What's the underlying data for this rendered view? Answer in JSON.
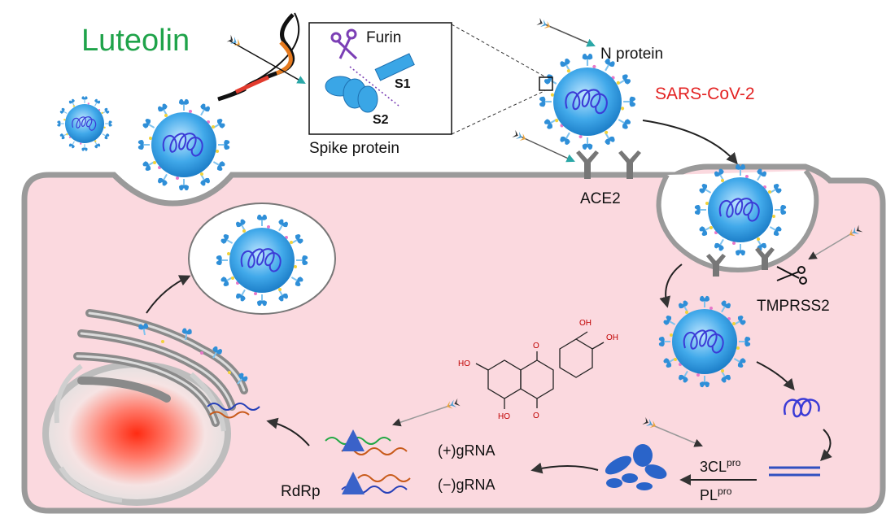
{
  "title": "Luteolin",
  "labels": {
    "furin": "Furin",
    "s1": "S1",
    "s2": "S2",
    "spike": "Spike protein",
    "n_protein": "N protein",
    "virus": "SARS-CoV-2",
    "ace2": "ACE2",
    "tmprss2": "TMPRSS2",
    "pl": "PL",
    "pro": "pro",
    "cl3": "3CL",
    "pos_grna": "(+)gRNA",
    "neg_grna": "(−)gRNA",
    "rdrp": "RdRp",
    "oh": "HO",
    "oh2": "OH",
    "o": "O"
  },
  "colors": {
    "title": "#1fa34a",
    "virus_label": "#e32222",
    "cell": "#fbd9df",
    "membrane": "#9a9a9a",
    "virus_body": "#3aa6e6",
    "spike": "#2f8fd8",
    "rna": "#3b3bd6"
  },
  "icons": [
    "arrow-icon",
    "bow-icon",
    "scissors-icon",
    "virus-icon",
    "receptor-icon",
    "nucleus-icon",
    "golgi-icon",
    "molecule-icon"
  ]
}
